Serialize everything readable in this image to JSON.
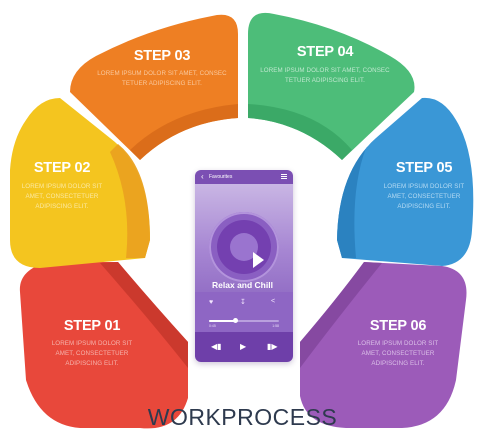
{
  "steps": [
    {
      "title": "STEP 01",
      "body": [
        "LOREM IPSUM DOLOR SIT",
        "AMET, CONSECTETUER",
        "ADIPISCING ELIT."
      ],
      "color": "#e8483b",
      "dark": "#c8372c",
      "text_color": "#f5b3ac"
    },
    {
      "title": "STEP 02",
      "body": [
        "LOREM IPSUM DOLOR SIT",
        "AMET, CONSECTETUER",
        "ADIPISCING ELIT."
      ],
      "color": "#f4c51f",
      "dark": "#eaa220",
      "text_color": "#fbe9a3"
    },
    {
      "title": "STEP 03",
      "body": [
        "LOREM IPSUM DOLOR SIT AMET, CONSEC",
        "TETUER ADIPISCING ELIT."
      ],
      "color": "#ee7f23",
      "dark": "#d86c19",
      "text_color": "#f9c99e"
    },
    {
      "title": "STEP 04",
      "body": [
        "LOREM IPSUM DOLOR SIT AMET, CONSEC",
        "TETUER ADIPISCING ELIT."
      ],
      "color": "#4dbd79",
      "dark": "#3aa665",
      "text_color": "#bfe8cf"
    },
    {
      "title": "STEP 05",
      "body": [
        "LOREM IPSUM DOLOR SIT",
        "AMET, CONSECTETUER",
        "ADIPISCING ELIT."
      ],
      "color": "#3a97d6",
      "dark": "#2a7fbe",
      "text_color": "#b6dbf3"
    },
    {
      "title": "STEP 06",
      "body": [
        "LOREM IPSUM DOLOR SIT",
        "AMET, CONSECTETUER",
        "ADIPISCING ELIT."
      ],
      "color": "#9c5bb9",
      "dark": "#84479f",
      "text_color": "#dbc0e8"
    }
  ],
  "footer": {
    "title": "WORKPROCESS",
    "color": "#2e3a4e"
  },
  "phone": {
    "header_title": "Favourites",
    "song_title": "Relax and Chill",
    "progress": 0.38,
    "time_elapsed": "0:45",
    "time_total": "1:58",
    "accent": "#7b4fb3",
    "icons": {
      "back": "chevron-left-icon",
      "menu": "hamburger-menu-icon",
      "play": "play-icon",
      "like": "heart-icon",
      "download": "download-icon",
      "share": "share-icon",
      "prev": "previous-track-icon",
      "pause_play": "play-pause-icon",
      "next": "next-track-icon"
    }
  }
}
